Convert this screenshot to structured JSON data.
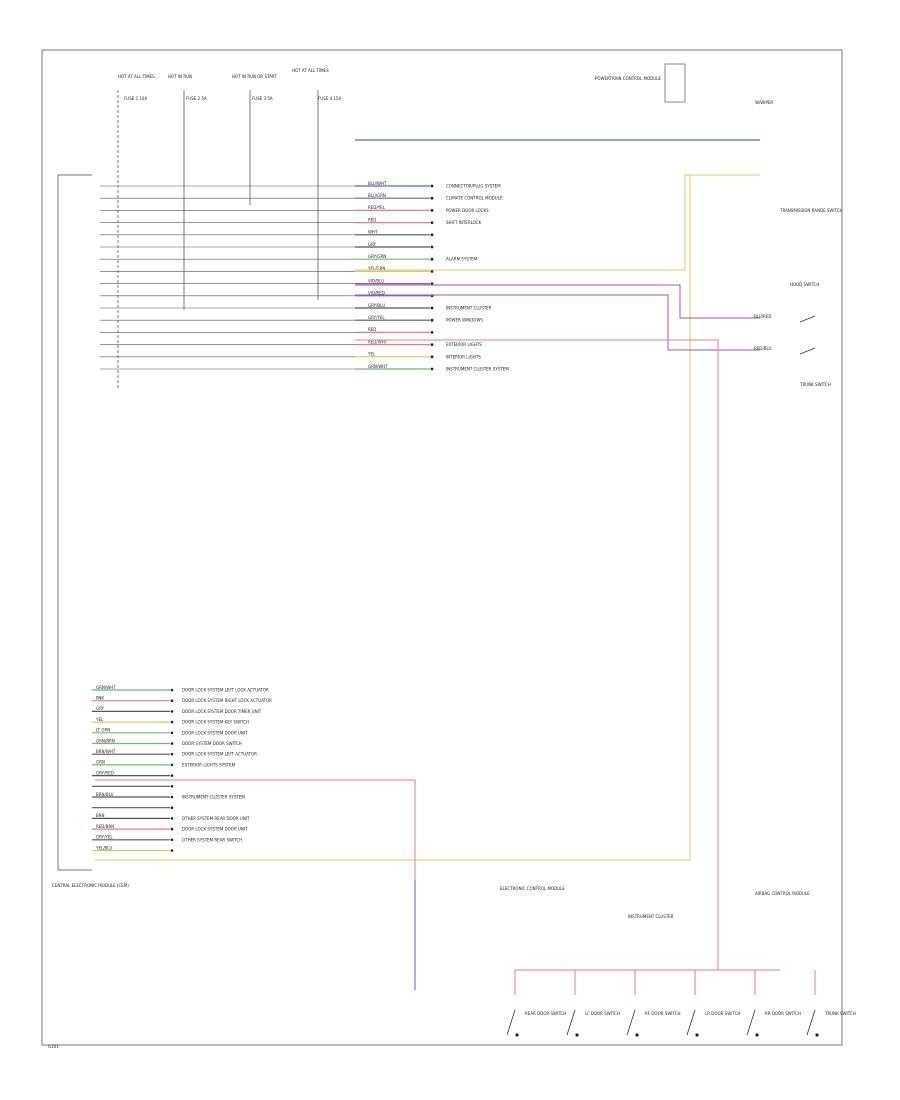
{
  "diagram": {
    "top_connectors": [
      {
        "id": "c1",
        "top": "HOT AT ALL TIMES",
        "fuse": "FUSE 1 10A"
      },
      {
        "id": "c2",
        "top": "HOT IN RUN",
        "fuse": "FUSE 2 5A"
      },
      {
        "id": "c3",
        "top": "HOT IN RUN OR START",
        "fuse": "FUSE 3 5A"
      },
      {
        "id": "c4",
        "top": "HOT AT ALL TIMES",
        "fuse": "FUSE 4 15A"
      }
    ],
    "module_top_right": "POWERTRAIN CONTROL MODULE",
    "module_right_mid": "TRANSMISSION RANGE SWITCH",
    "module_left_bottom": "CENTRAL ELECTRONIC MODULE (CEM)",
    "ground_label": "G101",
    "corner_label": "W/WIPER",
    "upper_wires": [
      {
        "color": "BLU/WHT",
        "dest": "CONNECTOR/PLUG SYSTEM"
      },
      {
        "color": "BLU/GRN",
        "dest": "CLIMATE CONTROL MODULE"
      },
      {
        "color": "RED/YEL",
        "dest": "POWER DOOR LOCKS"
      },
      {
        "color": "RED",
        "dest": "SHIFT INTERLOCK"
      },
      {
        "color": "WHT",
        "dest": ""
      },
      {
        "color": "GRY",
        "dest": ""
      },
      {
        "color": "GRY/GRN",
        "dest": "ALARM SYSTEM"
      },
      {
        "color": "YEL/GRN",
        "dest": ""
      },
      {
        "color": "VIO/BLU",
        "dest": ""
      },
      {
        "color": "VIO/RED",
        "dest": ""
      },
      {
        "color": "GRY/BLU",
        "dest": "INSTRUMENT CLUSTER"
      },
      {
        "color": "GRY/YEL",
        "dest": "POWER WINDOWS"
      },
      {
        "color": "RED",
        "dest": ""
      },
      {
        "color": "RED/WHT",
        "dest": "EXTERIOR LIGHTS"
      },
      {
        "color": "YEL",
        "dest": "INTERIOR LIGHTS"
      },
      {
        "color": "GRN/WHT",
        "dest": "INSTRUMENT CLUSTER SYSTEM"
      }
    ],
    "lower_wires": [
      {
        "color": "GRN/WHT",
        "dest": "DOOR LOCK SYSTEM LEFT LOCK ACTUATOR"
      },
      {
        "color": "PNK",
        "dest": "DOOR LOCK SYSTEM RIGHT LOCK ACTUATOR"
      },
      {
        "color": "GRY",
        "dest": "DOOR LOCK SYSTEM DOOR TIMER UNIT"
      },
      {
        "color": "YEL",
        "dest": "DOOR LOCK SYSTEM KEY SWITCH"
      },
      {
        "color": "LT GRN",
        "dest": "DOOR LOCK SYSTEM DOOR UNIT"
      },
      {
        "color": "GRN/BRN",
        "dest": "DOOR SYSTEM DOOR SWITCH"
      },
      {
        "color": "BRN/WHT",
        "dest": "DOOR LOCK SYSTEM LEFT ACTUATOR"
      },
      {
        "color": "GRN",
        "dest": "EXTERIOR LIGHTS SYSTEM"
      },
      {
        "color": "GRY/RED",
        "dest": ""
      },
      {
        "color": "",
        "dest": ""
      },
      {
        "color": "BRN/BLU",
        "dest": "INSTRUMENT CLUSTER SYSTEM"
      },
      {
        "color": "",
        "dest": ""
      },
      {
        "color": "BRN",
        "dest": "OTHER SYSTEM REAR DOOR UNIT"
      },
      {
        "color": "RED/BRN",
        "dest": "DOOR LOCK SYSTEM DOOR UNIT"
      },
      {
        "color": "GRY/YEL",
        "dest": "OTHER SYSTEM REAR SWITCH"
      },
      {
        "color": "YEL/BLU",
        "dest": ""
      }
    ],
    "right_switches": [
      {
        "id": "hood",
        "label": "HOOD SWITCH",
        "wire": "BLU/RED"
      },
      {
        "id": "trunk",
        "label": "TRUNK SWITCH",
        "wire": "RED/BLU"
      }
    ],
    "bottom_switches": [
      {
        "id": "s1",
        "label": "REAR DOOR SWITCH"
      },
      {
        "id": "s2",
        "label": "LF DOOR SWITCH"
      },
      {
        "id": "s3",
        "label": "RF DOOR SWITCH"
      },
      {
        "id": "s4",
        "label": "LR DOOR SWITCH"
      },
      {
        "id": "s5",
        "label": "RR DOOR SWITCH"
      },
      {
        "id": "s6",
        "label": "TRUNK SWITCH"
      }
    ],
    "bottom_modules": [
      {
        "id": "m1",
        "label": "ELECTRONIC CONTROL MODULE"
      },
      {
        "id": "m2",
        "label": "INSTRUMENT CLUSTER"
      },
      {
        "id": "m3",
        "label": "AIRBAG CONTROL MODULE"
      }
    ],
    "colors": {
      "blue": "#5566cc",
      "pink": "#ee7788",
      "yellow": "#d8cc55",
      "green": "#66bb77",
      "violet": "#9955bb",
      "gray": "#555555"
    }
  }
}
